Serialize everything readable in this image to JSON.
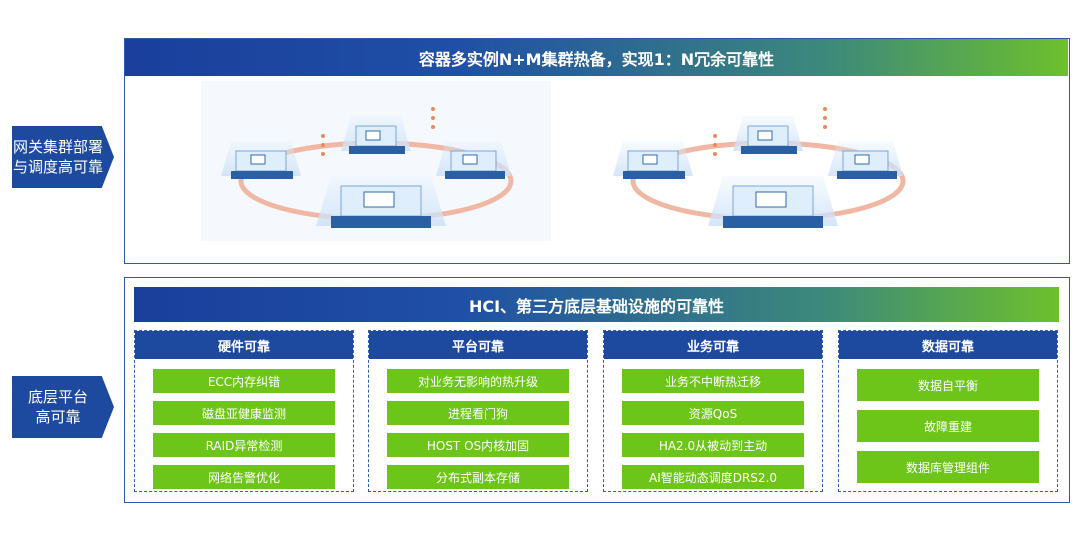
{
  "top_section": {
    "side_label_line1": "网关集群部署",
    "side_label_line2": "与调度高可靠",
    "banner": "容器多实例N+M集群热备，实现1：N冗余可靠性"
  },
  "bottom_section": {
    "side_label_line1": "底层平台",
    "side_label_line2": "高可靠",
    "banner": "HCI、第三方底层基础设施的可靠性",
    "columns": [
      {
        "title": "硬件可靠",
        "items": [
          "ECC内存纠错",
          "磁盘亚健康监测",
          "RAID异常检测",
          "网络告警优化"
        ]
      },
      {
        "title": "平台可靠",
        "items": [
          "对业务无影响的热升级",
          "进程看门狗",
          "HOST OS内核加固",
          "分布式副本存储"
        ]
      },
      {
        "title": "业务可靠",
        "items": [
          "业务不中断热迁移",
          "资源QoS",
          "HA2.0从被动到主动",
          "AI智能动态调度DRS2.0"
        ]
      },
      {
        "title": "数据可靠",
        "items": [
          "数据自平衡",
          "故障重建",
          "数据库管理组件"
        ]
      }
    ]
  },
  "colors": {
    "primary_blue": "#1d4a9e",
    "green": "#6ec51a",
    "ring": "#efb7a4"
  },
  "icons": [
    "server-cluster-icon",
    "server-device-icon",
    "status-dots-icon"
  ]
}
